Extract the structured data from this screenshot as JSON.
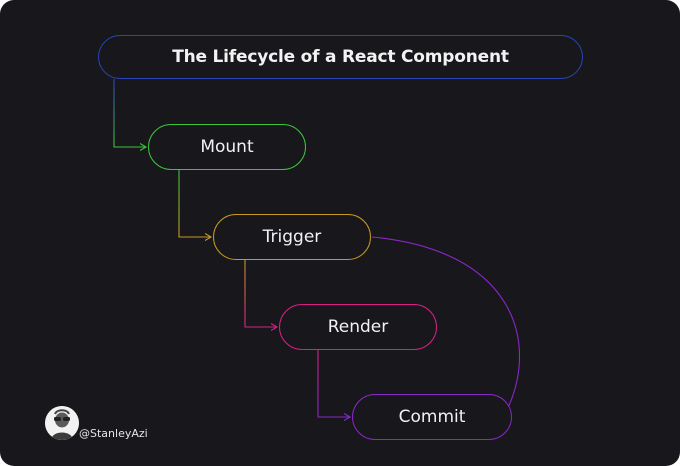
{
  "diagram": {
    "title": "The Lifecycle of a React Component",
    "nodes": [
      {
        "id": "mount",
        "label": "Mount",
        "color": "#3ec43a"
      },
      {
        "id": "trigger",
        "label": "Trigger",
        "color": "#c99a1e"
      },
      {
        "id": "render",
        "label": "Render",
        "color": "#d81f86"
      },
      {
        "id": "commit",
        "label": "Commit",
        "color": "#8a28c8"
      }
    ],
    "title_color": "#2b45b8",
    "edges": [
      {
        "from": "title",
        "to": "mount"
      },
      {
        "from": "mount",
        "to": "trigger"
      },
      {
        "from": "trigger",
        "to": "render"
      },
      {
        "from": "render",
        "to": "commit"
      },
      {
        "from": "commit",
        "to": "trigger"
      }
    ]
  },
  "author": {
    "handle": "@StanleyAzi",
    "avatar_icon": "avatar-icon"
  }
}
